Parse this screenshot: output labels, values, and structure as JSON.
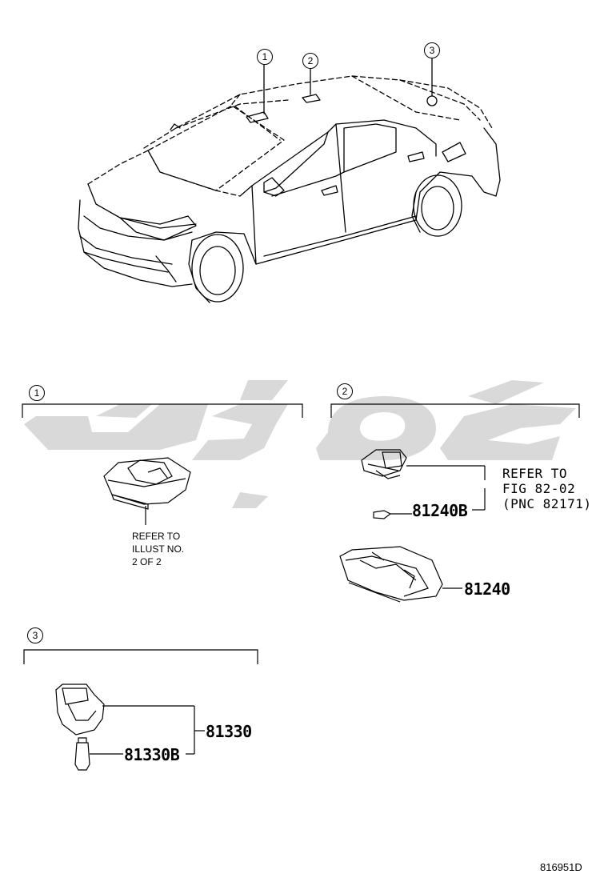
{
  "diagram": {
    "callouts": {
      "car_1": "1",
      "car_2": "2",
      "car_3": "3",
      "section_1": "1",
      "section_2": "2",
      "section_3": "3"
    },
    "section_1": {
      "refer_lines": [
        "REFER TO",
        "ILLUST NO.",
        "2 OF 2"
      ]
    },
    "section_2": {
      "refer_lines": [
        "REFER TO",
        "FIG 82-02",
        "(PNC 82171)"
      ],
      "parts": [
        "81240B",
        "81240"
      ]
    },
    "section_3": {
      "parts": [
        "81330",
        "81330B"
      ]
    },
    "figure_number": "816951D",
    "watermark": {
      "color": "#d6d6d6",
      "description_icon": "arabic-logo-watermark"
    }
  }
}
